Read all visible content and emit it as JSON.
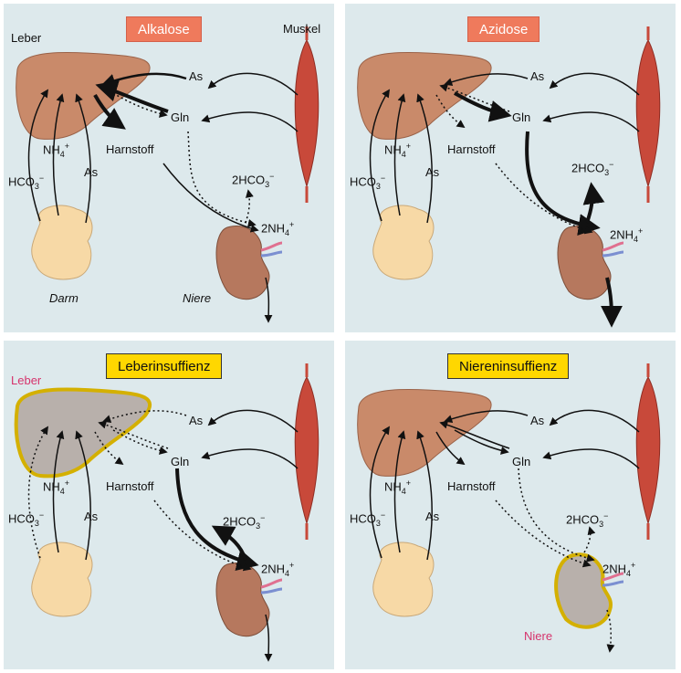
{
  "panels": [
    {
      "title": "Alkalose",
      "labels": {
        "liver": "Leber",
        "muscle": "Muskel",
        "as_top": "As",
        "gln": "Gln",
        "urea": "Harnstoff",
        "hco3_bicarb": "2HCO",
        "nh4_kidney": "2NH",
        "hco3_left": "HCO",
        "nh4_left": "NH",
        "as_left": "As",
        "gut": "Darm",
        "kidney": "Niere"
      }
    },
    {
      "title": "Azidose",
      "labels": {
        "as_top": "As",
        "gln": "Gln",
        "urea": "Harnstoff",
        "hco3_bicarb": "2HCO",
        "nh4_kidney": "2NH",
        "hco3_left": "HCO",
        "nh4_left": "NH",
        "as_left": "As"
      }
    },
    {
      "title": "Leberinsuffienz",
      "labels": {
        "liver": "Leber",
        "as_top": "As",
        "gln": "Gln",
        "urea": "Harnstoff",
        "hco3_bicarb": "2HCO",
        "nh4_kidney": "2NH",
        "hco3_left": "HCO",
        "nh4_left": "NH",
        "as_left": "As"
      }
    },
    {
      "title": "Niereninsuffienz",
      "labels": {
        "as_top": "As",
        "gln": "Gln",
        "urea": "Harnstoff",
        "hco3_bicarb": "2HCO",
        "nh4_kidney": "2NH",
        "hco3_left": "HCO",
        "nh4_left": "NH",
        "as_left": "As",
        "kidney": "Niere"
      }
    }
  ],
  "colors": {
    "background": "#dde9ec",
    "liver": "#c98a6a",
    "muscle": "#c8493a",
    "kidney": "#b6785e",
    "gut": "#f7d9a6",
    "alert_title": "#ef7a5c",
    "insufficiency_title": "#ffd700",
    "insufficiency_label": "#d6336c"
  },
  "subscripts": {
    "three": "3",
    "four": "4"
  },
  "superscripts": {
    "minus": "−",
    "plus": "+"
  }
}
